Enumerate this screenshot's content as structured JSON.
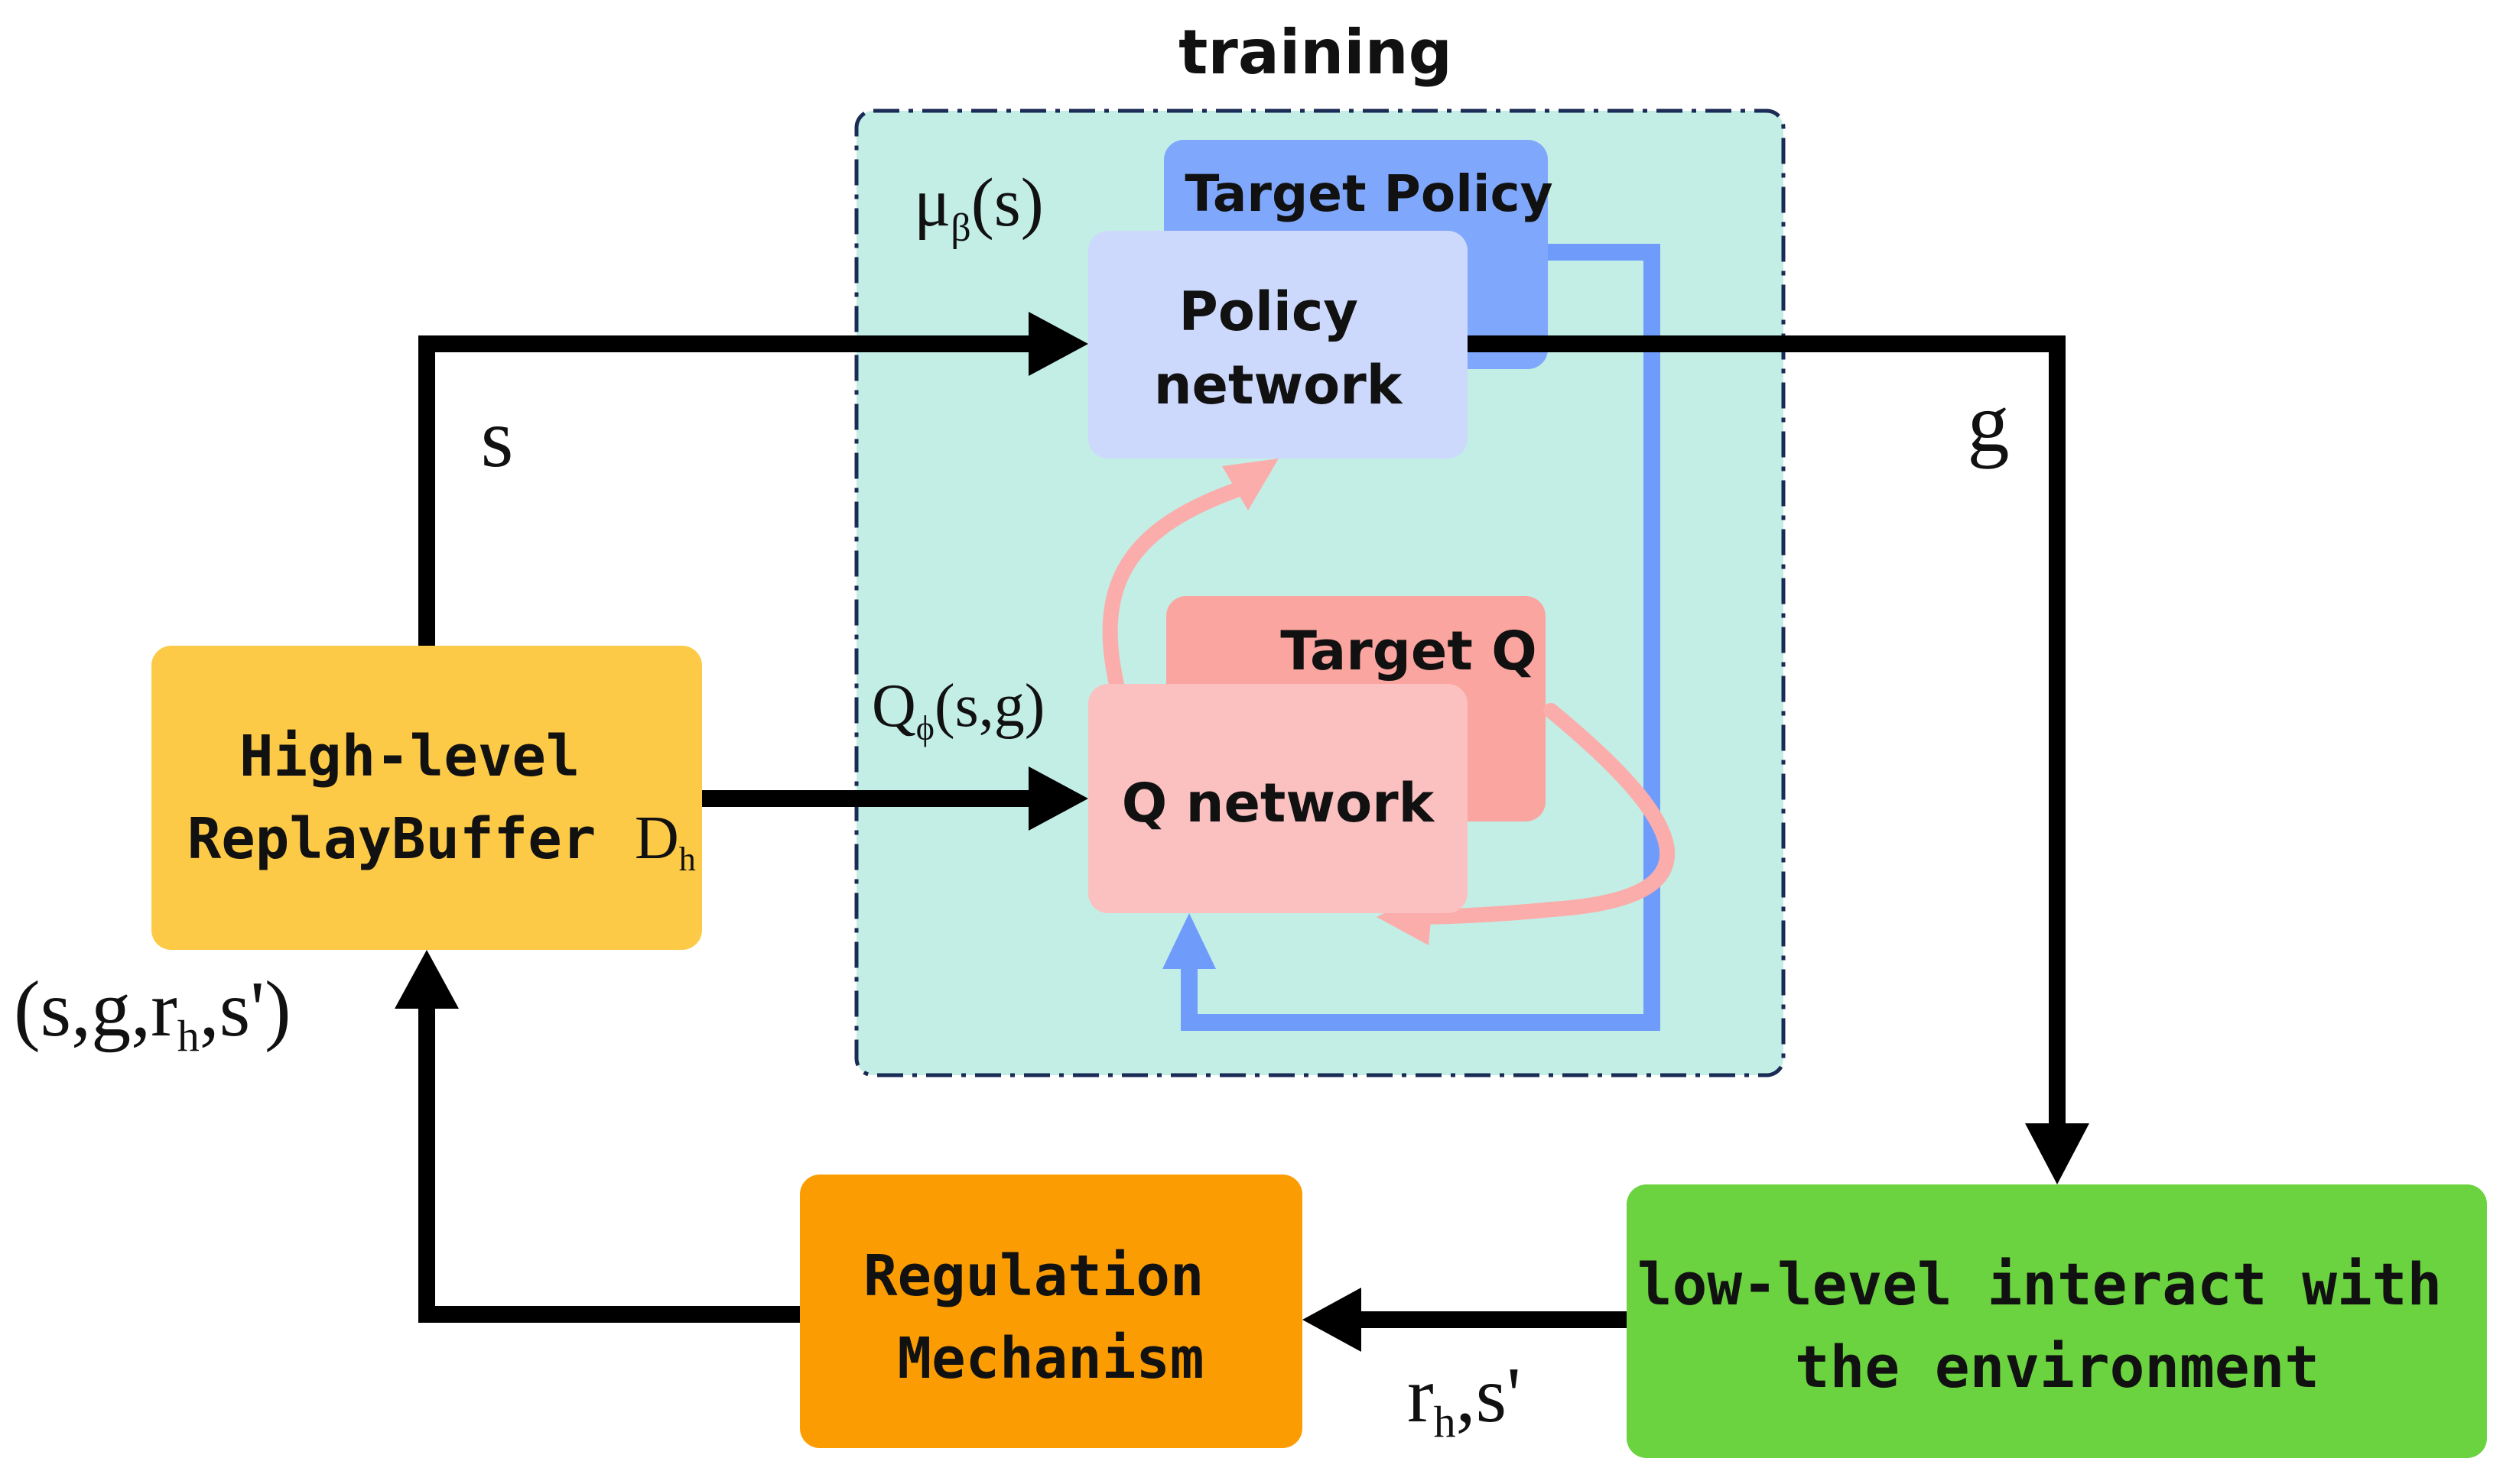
{
  "title": "training",
  "nodes": {
    "target_policy": "Target Policy",
    "policy_network": [
      "Policy",
      "network"
    ],
    "target_q": "Target Q",
    "q_network": "Q network",
    "replay_buffer": [
      "High-level",
      "ReplayBuffer"
    ],
    "replay_buffer_symbol": {
      "main": "D",
      "sub": "h"
    },
    "regulation": [
      "Regulation",
      "Mechanism"
    ],
    "low_level": [
      "low-level interact with",
      "the environment"
    ]
  },
  "symbols": {
    "mu": {
      "main": "μ",
      "sub": "β",
      "arg": "(s)"
    },
    "q": {
      "main": "Q",
      "sub": "ϕ",
      "arg": "(s,g)"
    }
  },
  "edge_labels": {
    "s": "s",
    "g": "g",
    "tuple": {
      "p1": "(s,g,r",
      "sub": "h",
      "p2": ",s')"
    },
    "rh": {
      "main": "r",
      "sub": "h",
      "rest": ",s'"
    }
  },
  "colors": {
    "training_bg": "#c3eee6",
    "target_policy": "#7fa7fb",
    "policy_network": "#ccd9fc",
    "target_q": "#fba5a0",
    "q_network": "#fbc1c1",
    "replay_buffer": "#fdca47",
    "regulation": "#fb9d02",
    "low_level": "#6ad33f",
    "blue_arrow": "#6f9cfb",
    "pink_arrow": "#fbadab",
    "black": "#000000"
  }
}
